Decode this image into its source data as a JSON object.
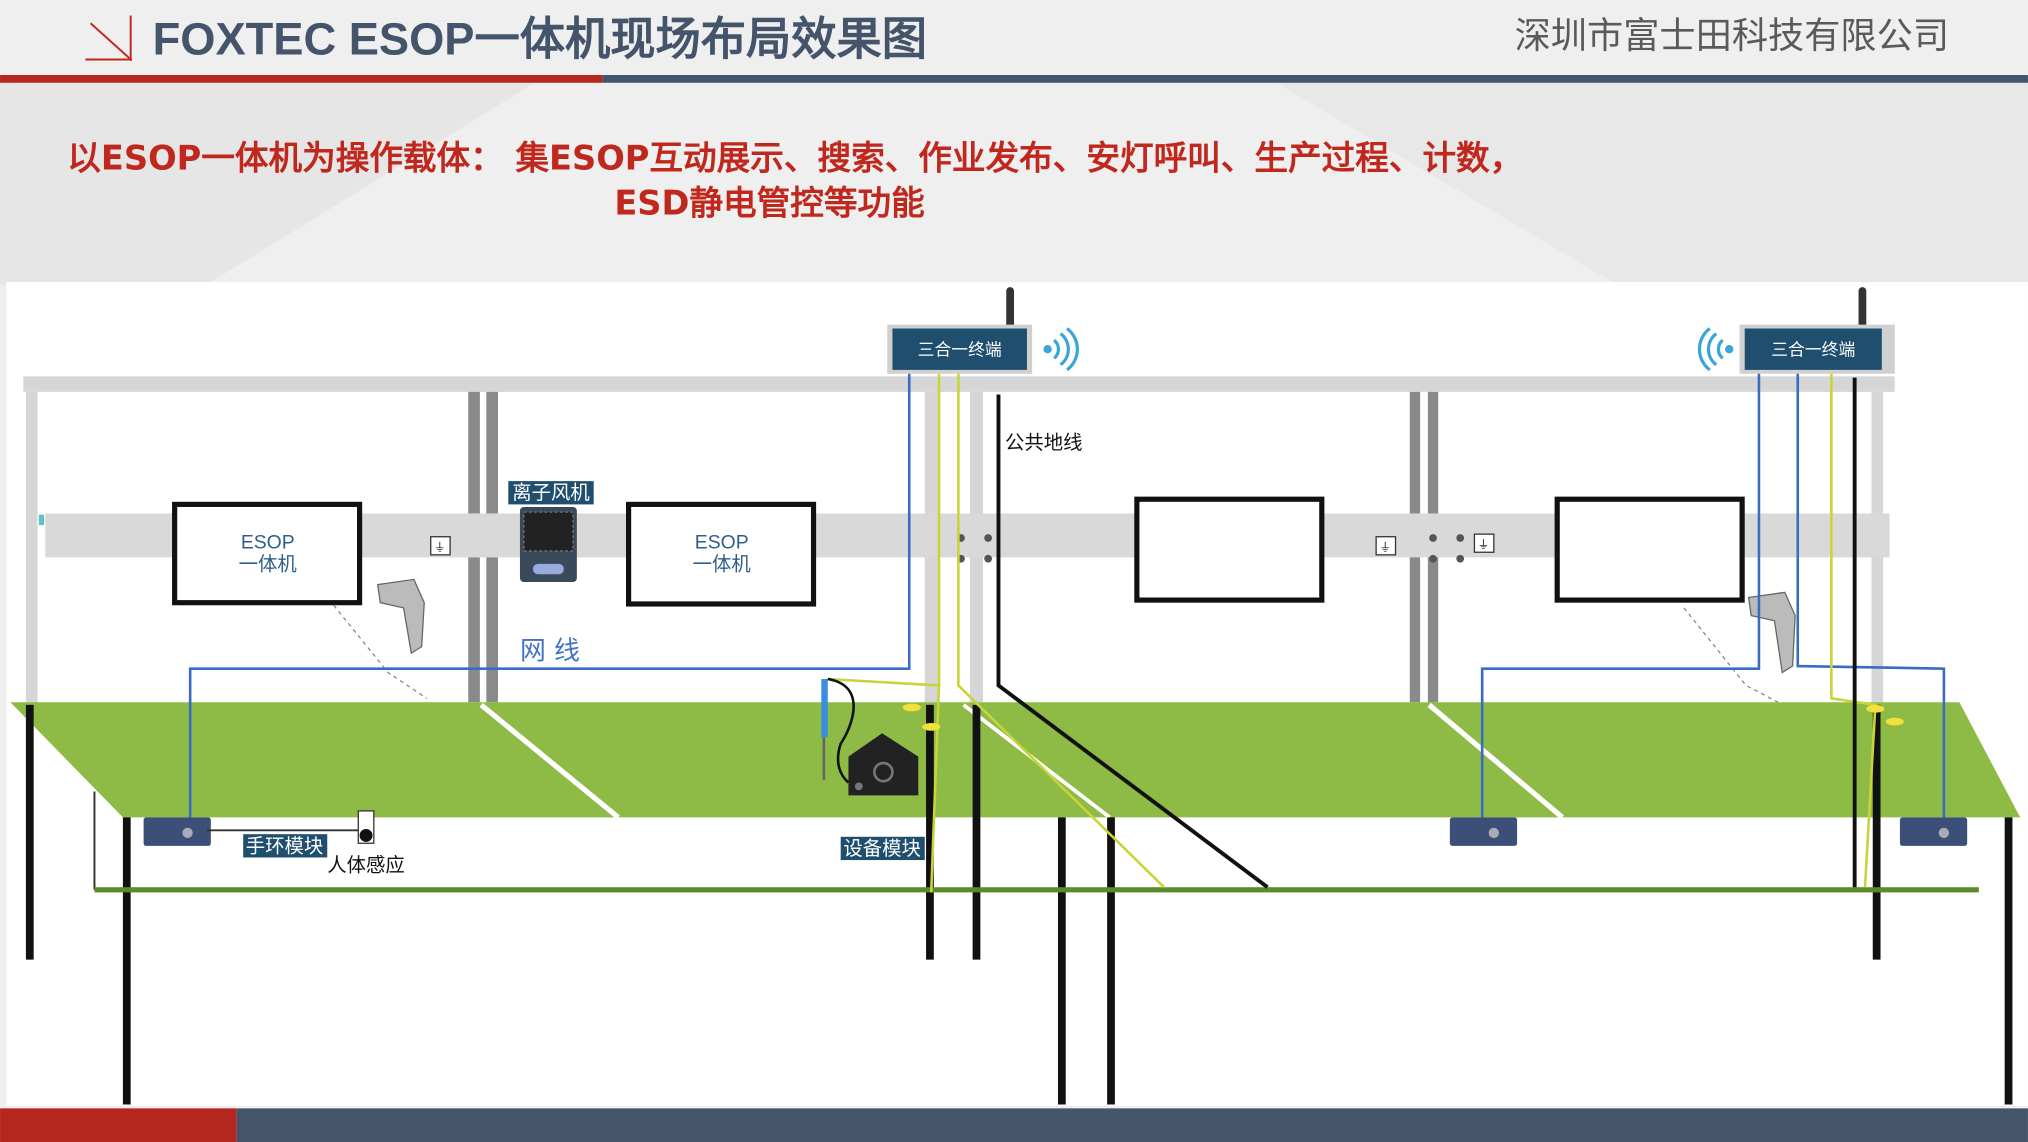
{
  "header": {
    "title": "FOXTEC ESOP一体机现场布局效果图",
    "company": "深圳市富士田科技有限公司"
  },
  "subtitle": {
    "line1": "以ESOP一体机为操作载体： 集ESOP互动展示、搜索、作业发布、安灯呼叫、生产过程、计数，",
    "line2": "ESD静电管控等功能"
  },
  "diagram": {
    "terminal_label": "三合一终端",
    "monitor_line1": "ESOP",
    "monitor_line2": "一体机",
    "ion_fan_label": "离子风机",
    "network_cable_label": "网 线",
    "common_ground_label": "公共地线",
    "wristband_module_label": "手环模块",
    "body_sensor_label": "人体感应",
    "device_module_label": "设备模块"
  },
  "colors": {
    "brand_red": "#b5261e",
    "brand_navy": "#44546a",
    "table_green": "#8dbb45",
    "terminal_blue": "#1f4e6e",
    "network_blue": "#3a6cc4",
    "ground_yellow": "#c8d43a"
  }
}
